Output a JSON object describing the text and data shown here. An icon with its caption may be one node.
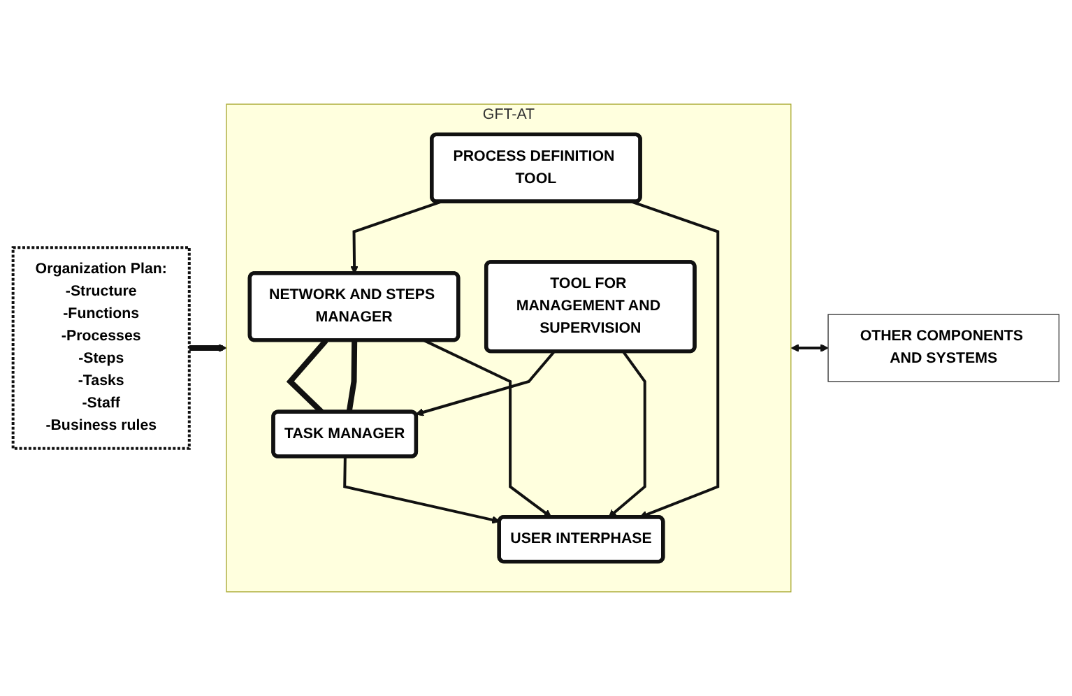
{
  "diagram": {
    "nodes": [
      {
        "text": [
          "GFT-AT"
        ]
      },
      {
        "text": [
          "PROCESS DEFINITION TOOL"
        ],
        "in": 0
      },
      {
        "text": [
          "NETWORK AND STEPS MANAGER"
        ],
        "in": 0
      },
      {
        "text": [
          "TASK MANAGER"
        ],
        "in": 0
      },
      {
        "text": [
          "TOOL FOR MANAGEMENT AND SUPERVISION"
        ],
        "in": 0
      },
      {
        "text": [
          "USER INTERPHASE"
        ],
        "in": 0
      },
      {
        "text": [
          "Organization Plan:",
          "-Structure",
          "-Functions",
          "-Processes",
          "-Steps",
          "-Tasks",
          "-Staff",
          "-Business rules"
        ]
      },
      {
        "text": [
          "OTHER COMPONENTS AND SYSTEMS"
        ]
      }
    ],
    "edges": [
      {
        "from": 1,
        "to": 2,
        "arrow": "to"
      },
      {
        "from": 4,
        "to": 3,
        "arrow": "to"
      },
      {
        "from": 2,
        "to": 3,
        "arrow": "none",
        "style": "thick"
      },
      {
        "from": 2,
        "to": 3,
        "arrow": "none",
        "style": "thick"
      },
      {
        "from": 1,
        "to": 5,
        "arrow": "to"
      },
      {
        "from": 2,
        "to": 5,
        "arrow": "to"
      },
      {
        "from": 3,
        "to": 5,
        "arrow": "to"
      },
      {
        "from": 4,
        "to": 5,
        "arrow": "to"
      },
      {
        "from": 6,
        "to": 0,
        "arrow": "to",
        "style": "thick"
      },
      {
        "from": 0,
        "to": 7,
        "arrow": "both"
      }
    ]
  }
}
